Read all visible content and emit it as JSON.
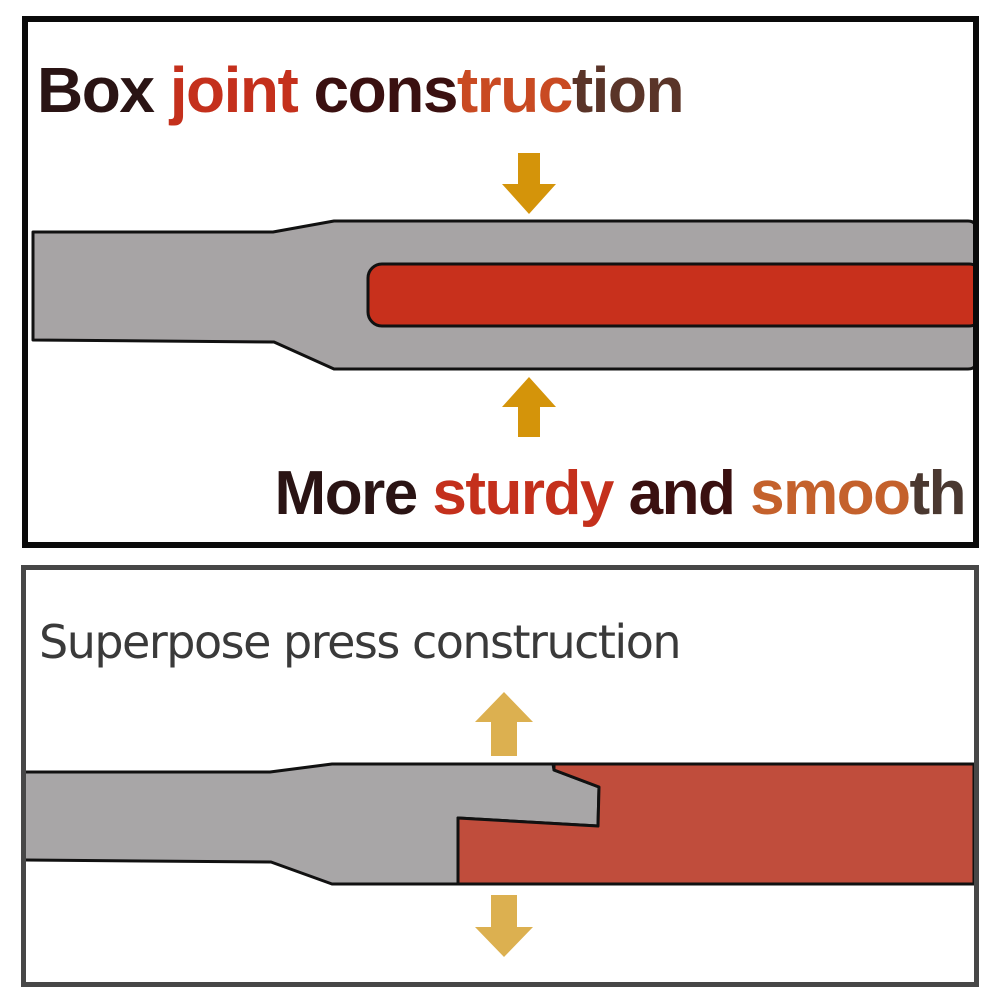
{
  "box_joint": {
    "title": {
      "words": [
        {
          "text": "Box",
          "color": "#2a1414"
        },
        {
          "text": " ",
          "color": "#2a1414"
        },
        {
          "text": "joint",
          "color": "#c4301c"
        },
        {
          "text": " ",
          "color": "#2a1414"
        },
        {
          "text": "cons",
          "color": "#3a1010"
        },
        {
          "text": "truc",
          "color": "#c94a22"
        },
        {
          "text": "tion",
          "color": "#5a3428"
        }
      ]
    },
    "subtitle": {
      "words": [
        {
          "text": "More",
          "color": "#2a1414"
        },
        {
          "text": " ",
          "color": "#2a1414"
        },
        {
          "text": "sturdy",
          "color": "#c4301c"
        },
        {
          "text": " ",
          "color": "#2a1414"
        },
        {
          "text": "and",
          "color": "#3a1010"
        },
        {
          "text": " ",
          "color": "#2a1414"
        },
        {
          "text": "smoo",
          "color": "#c4612c"
        },
        {
          "text": "th",
          "color": "#4a3830"
        }
      ]
    },
    "colors": {
      "outer_part": "#a7a4a5",
      "inner_part": "#c8301c",
      "arrow": "#d4940a",
      "outline": "#111111"
    },
    "arrows": [
      "arrow-down-icon",
      "arrow-up-icon"
    ]
  },
  "superpose_press": {
    "title": "Superpose press construction",
    "colors": {
      "outer_part": "#a8a6a7",
      "inner_part": "#c04d3c",
      "arrow": "#dcb050",
      "outline": "#111111"
    },
    "arrows": [
      "arrow-up-icon",
      "arrow-down-icon"
    ]
  }
}
